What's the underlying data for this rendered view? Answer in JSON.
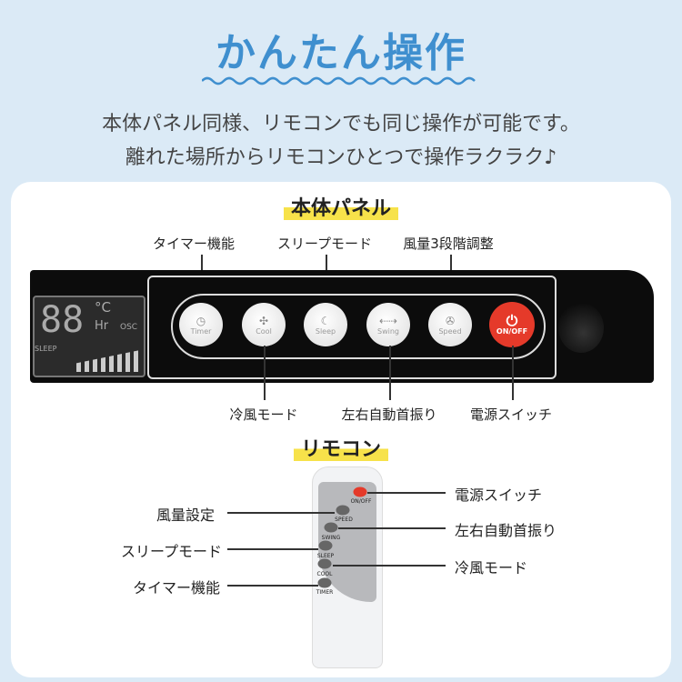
{
  "title": "かんたん操作",
  "subtitle_lines": [
    "本体パネル同様、リモコンでも同じ操作が可能です。",
    "離れた場所からリモコンひとつで操作ラクラク♪"
  ],
  "colors": {
    "title": "#3f8fcf",
    "highlight": "#f7e24a",
    "power": "#e53a2a"
  },
  "panel_section": {
    "heading": "本体パネル",
    "top_labels": [
      "タイマー機能",
      "スリープモード",
      "風量3段階調整"
    ],
    "bottom_labels": [
      "冷風モード",
      "左右自動首振り",
      "電源スイッチ"
    ],
    "buttons": [
      {
        "label": "Timer",
        "icon": "clock-icon"
      },
      {
        "label": "Cool",
        "icon": "snowflake-icon"
      },
      {
        "label": "Sleep",
        "icon": "moon-icon"
      },
      {
        "label": "Swing",
        "icon": "arrows-icon"
      },
      {
        "label": "Speed",
        "icon": "fan-icon"
      },
      {
        "label": "ON/OFF",
        "icon": "power-icon"
      }
    ],
    "lcd": {
      "digits": "88",
      "unit_c": "°C",
      "unit_hr": "Hr",
      "osc": "OSC",
      "sleep": "SLEEP"
    }
  },
  "remote_section": {
    "heading": "リモコン",
    "buttons": [
      "ON/OFF",
      "SPEED",
      "SWING",
      "SLEEP",
      "COOL",
      "TIMER"
    ],
    "left_labels": [
      "風量設定",
      "スリープモード",
      "タイマー機能"
    ],
    "right_labels": [
      "電源スイッチ",
      "左右自動首振り",
      "冷風モード"
    ]
  }
}
